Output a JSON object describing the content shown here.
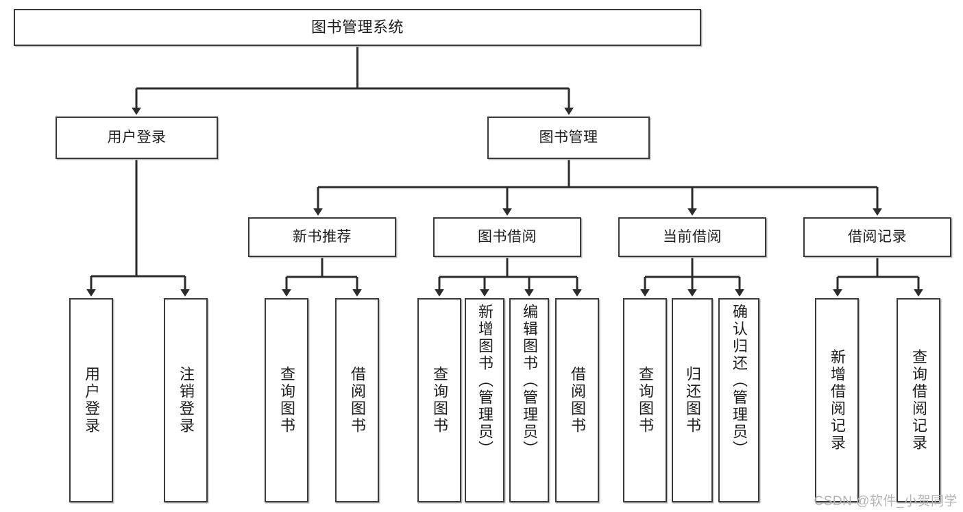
{
  "diagram": {
    "type": "tree-hierarchy-chart",
    "title": "图书管理系统",
    "colors": {
      "box_border": "#3a3a3a",
      "box_fill": "#ffffff",
      "box_shadow": "#b9b9b9",
      "connector": "#2b2b2b",
      "text": "#1d1d1d",
      "watermark": "#b4b4b4",
      "background": "#ffffff"
    },
    "nodes": {
      "root": {
        "label": "图书管理系统"
      },
      "level2": [
        {
          "label": "用户登录"
        },
        {
          "label": "图书管理"
        }
      ],
      "level3": [
        {
          "label": "新书推荐"
        },
        {
          "label": "图书借阅"
        },
        {
          "label": "当前借阅"
        },
        {
          "label": "借阅记录"
        }
      ],
      "leaves": {
        "user_login": [
          {
            "label": "用户登录"
          },
          {
            "label": "注销登录"
          }
        ],
        "new_book": [
          {
            "label": "查询图书"
          },
          {
            "label": "借阅图书"
          }
        ],
        "borrow_book": [
          {
            "label": "查询图书"
          },
          {
            "label": "新增图书（管理员）"
          },
          {
            "label": "编辑图书（管理员）"
          },
          {
            "label": "借阅图书"
          }
        ],
        "current_borrow": [
          {
            "label": "查询图书"
          },
          {
            "label": "归还图书"
          },
          {
            "label": "确认归还（管理员）"
          }
        ],
        "borrow_record": [
          {
            "label": "新增借阅记录"
          },
          {
            "label": "查询借阅记录"
          }
        ]
      }
    },
    "watermark": "CSDN @软件_小贺同学"
  }
}
